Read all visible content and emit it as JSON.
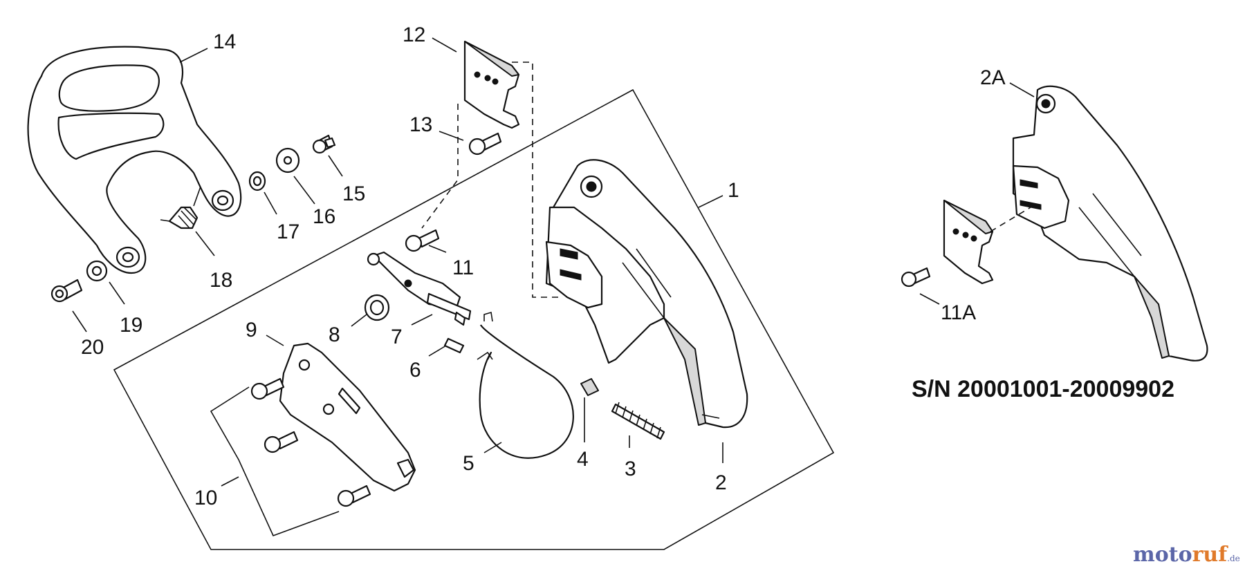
{
  "callouts": [
    {
      "id": "1",
      "text": "1"
    },
    {
      "id": "2",
      "text": "2"
    },
    {
      "id": "3",
      "text": "3"
    },
    {
      "id": "4",
      "text": "4"
    },
    {
      "id": "5",
      "text": "5"
    },
    {
      "id": "6",
      "text": "6"
    },
    {
      "id": "7",
      "text": "7"
    },
    {
      "id": "8",
      "text": "8"
    },
    {
      "id": "9",
      "text": "9"
    },
    {
      "id": "10",
      "text": "10"
    },
    {
      "id": "11",
      "text": "11"
    },
    {
      "id": "12",
      "text": "12"
    },
    {
      "id": "13",
      "text": "13"
    },
    {
      "id": "14",
      "text": "14"
    },
    {
      "id": "15",
      "text": "15"
    },
    {
      "id": "16",
      "text": "16"
    },
    {
      "id": "17",
      "text": "17"
    },
    {
      "id": "18",
      "text": "18"
    },
    {
      "id": "19",
      "text": "19"
    },
    {
      "id": "20",
      "text": "20"
    },
    {
      "id": "2A",
      "text": "2A"
    },
    {
      "id": "11A",
      "text": "11A"
    }
  ],
  "serial_range": "S/N 20001001-20009902",
  "watermark": {
    "part1": "moto",
    "part2": "ruf",
    "suffix": ".de",
    "colors": {
      "primary": "#5b66a8",
      "accent": "#e07a2a"
    }
  }
}
